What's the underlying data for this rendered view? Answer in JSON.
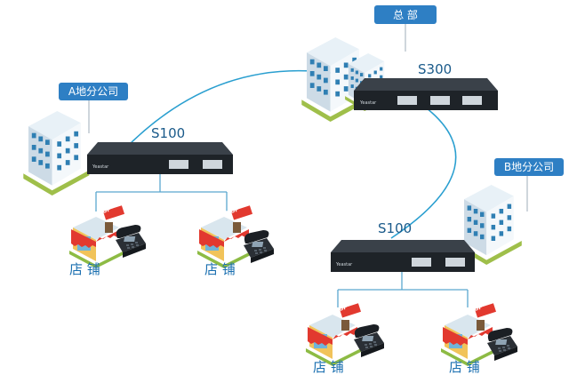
{
  "colors": {
    "link": "#2a9fd0",
    "wire": "#5aa7cf",
    "label_bg": "#2e7fc4",
    "device_body": "#1e2328",
    "device_face": "#2b3137",
    "port": "#cfd6dc"
  },
  "hq": {
    "label": "总 部"
  },
  "branch_a": {
    "label": "A地分公司"
  },
  "branch_b": {
    "label": "B地分公司"
  },
  "devices": {
    "s300": {
      "model": "S300",
      "brand": "Yeastar"
    },
    "s100_a": {
      "model": "S100",
      "brand": "Yeastar"
    },
    "s100_b": {
      "model": "S100",
      "brand": "Yeastar"
    }
  },
  "shop_sign": "SHOP",
  "stores": [
    {
      "label": "店 铺"
    },
    {
      "label": "店 铺"
    },
    {
      "label": "店 铺"
    },
    {
      "label": "店 铺"
    }
  ],
  "icons": [
    "office-building-icon",
    "network-switch-icon",
    "shop-icon",
    "ip-phone-icon"
  ]
}
